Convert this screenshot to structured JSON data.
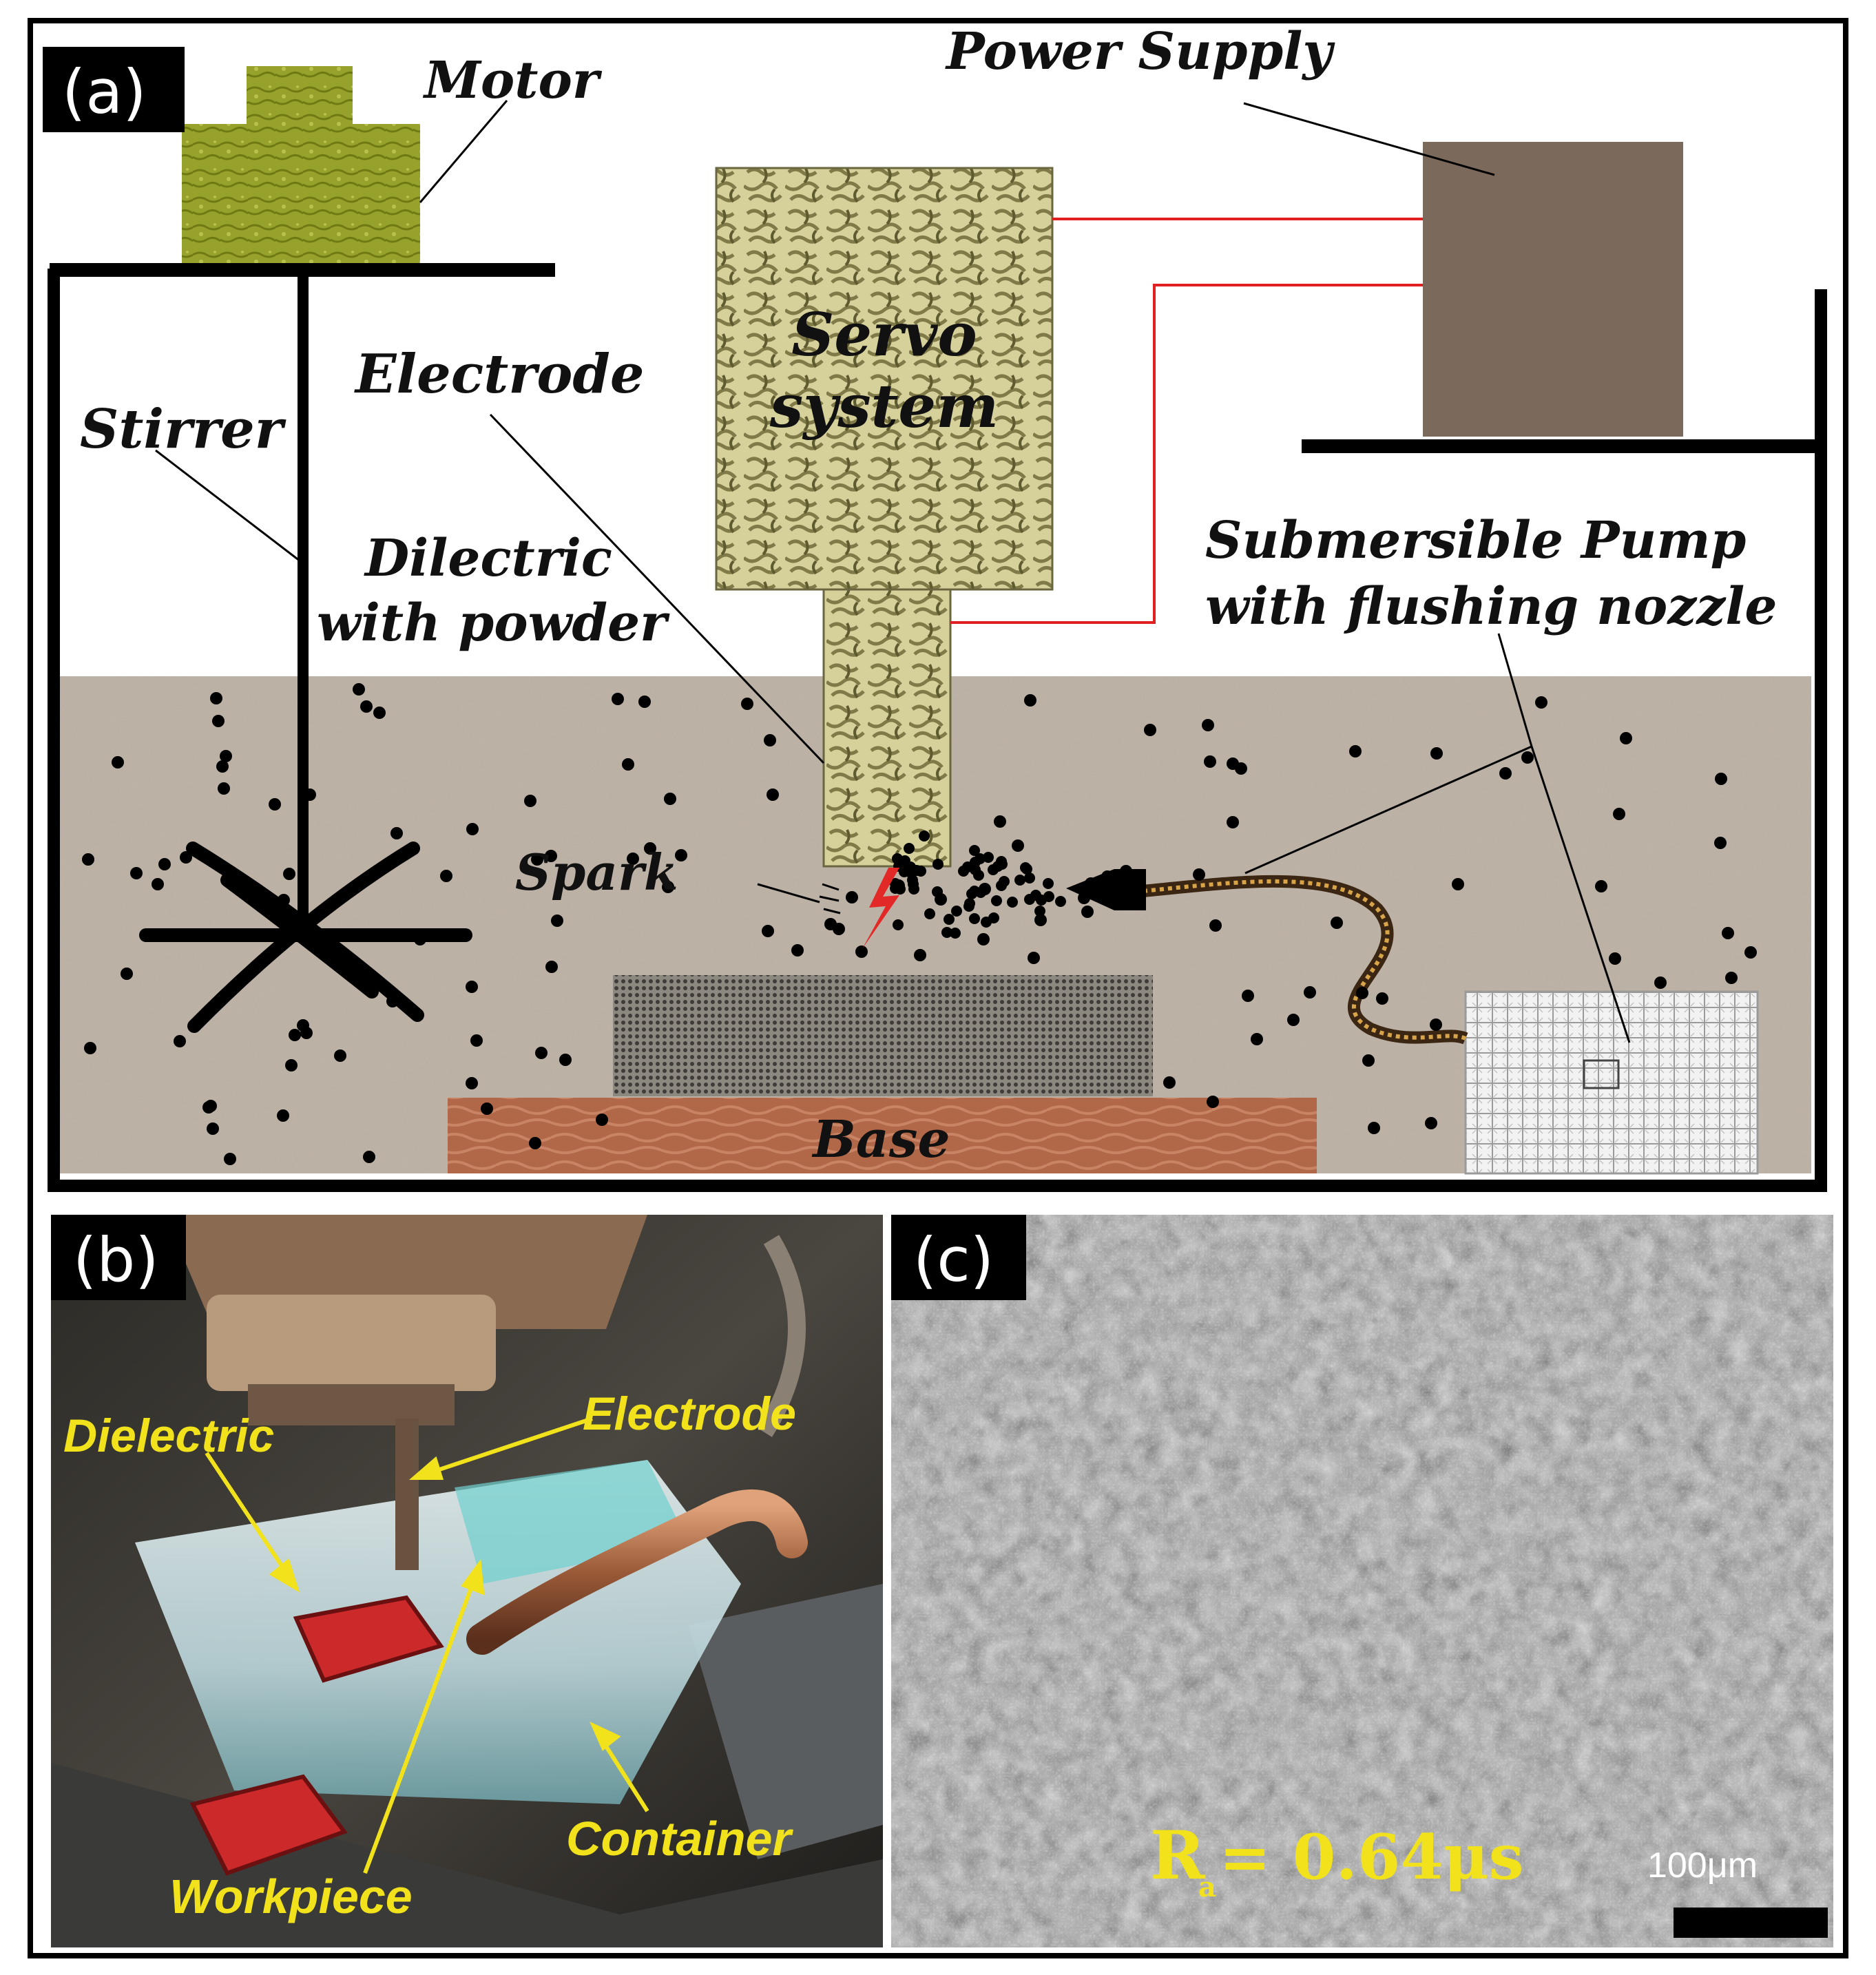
{
  "panels": {
    "a": {
      "tag": "(a)",
      "labels": {
        "motor": "Motor",
        "power_supply": "Power Supply",
        "servo_line1": "Servo",
        "servo_line2": "system",
        "electrode": "Electrode",
        "stirrer": "Stirrer",
        "dielectric_line1": "Dilectric",
        "dielectric_line2": "with powder",
        "pump_line1": "Submersible Pump",
        "pump_line2": "with flushing nozzle",
        "spark": "Spark",
        "base": "Base"
      }
    },
    "b": {
      "tag": "(b)",
      "labels": {
        "dielectric": "Dielectric",
        "electrode": "Electrode",
        "container": "Container",
        "workpiece": "Workpiece"
      }
    },
    "c": {
      "tag": "(c)",
      "roughness_symbol": "R",
      "roughness_subscript": "a",
      "roughness_value": "= 0.64μs",
      "scale_bar": "100μm"
    }
  },
  "colors": {
    "dielectric_fluid": "#b5a899",
    "motor": "#8f9a28",
    "servo": "#c9c38a",
    "power_supply": "#7b6a5c",
    "base": "#b26a4e",
    "wire": "#e02020",
    "photo_label": "#f1e21b"
  }
}
